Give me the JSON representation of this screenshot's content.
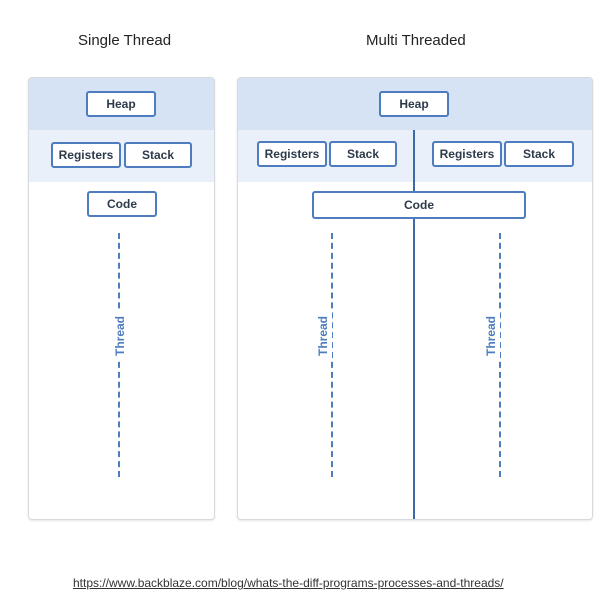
{
  "single": {
    "title": "Single Thread",
    "heap": "Heap",
    "registers": "Registers",
    "stack": "Stack",
    "code": "Code",
    "thread": "Thread"
  },
  "multi": {
    "title": "Multi Threaded",
    "heap": "Heap",
    "left": {
      "registers": "Registers",
      "stack": "Stack",
      "thread": "Thread"
    },
    "right": {
      "registers": "Registers",
      "stack": "Stack",
      "thread": "Thread"
    },
    "code": "Code"
  },
  "source_url": "https://www.backblaze.com/blog/whats-the-diff-programs-processes-and-threads/",
  "colors": {
    "accent": "#4d7cbf",
    "band_dark": "#d5e3f4",
    "band_light": "#e9f0fa"
  }
}
